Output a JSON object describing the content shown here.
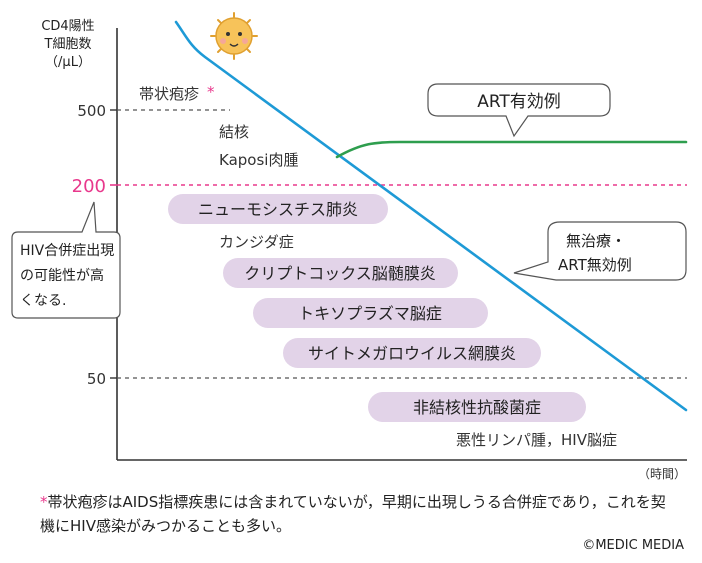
{
  "chart_data": {
    "type": "line",
    "ylabel_lines": [
      "CD4陽性",
      "T細胞数",
      "（/μL）"
    ],
    "xlabel": "（時間）",
    "y_ticks": [
      {
        "label": "500",
        "value": 500,
        "color": "#333333"
      },
      {
        "label": "200",
        "value": 200,
        "color": "#e8388c"
      },
      {
        "label": "50",
        "value": 50,
        "color": "#333333"
      }
    ],
    "threshold_lines": [
      {
        "value": 500,
        "color": "#555555",
        "note": "帯状疱疹"
      },
      {
        "value": 200,
        "color": "#e8388c"
      },
      {
        "value": 50,
        "color": "#555555"
      }
    ],
    "series": [
      {
        "name": "無治療・ART無効例",
        "color": "#1e9ad6",
        "kind": "declining"
      },
      {
        "name": "ART有効例",
        "color": "#2e9e4e",
        "kind": "plateau"
      }
    ],
    "callouts": {
      "art_effective": "ART有効例",
      "untreated_line1": "無治療・",
      "untreated_line2": "ART無効例",
      "hiv_note_line1": "HIV合併症出現",
      "hiv_note_line2": "の可能性が高",
      "hiv_note_line3": "くなる."
    },
    "conditions": [
      {
        "label": "帯状疱疹",
        "asterisk": "*",
        "highlight": false
      },
      {
        "label": "結核",
        "highlight": false
      },
      {
        "label": "Kaposi肉腫",
        "highlight": false
      },
      {
        "label": "ニューモシスチス肺炎",
        "highlight": true
      },
      {
        "label": "カンジダ症",
        "highlight": false
      },
      {
        "label": "クリプトコックス脳髄膜炎",
        "highlight": true
      },
      {
        "label": "トキソプラズマ脳症",
        "highlight": true
      },
      {
        "label": "サイトメガロウイルス網膜炎",
        "highlight": true
      },
      {
        "label": "非結核性抗酸菌症",
        "highlight": true
      },
      {
        "label": "悪性リンパ腫，HIV脳症",
        "highlight": false
      }
    ],
    "colors": {
      "highlight_fill": "#e2d3e8",
      "axis": "#333333",
      "accent_pink": "#e8388c"
    }
  },
  "footnote": {
    "asterisk": "*",
    "text": "帯状疱疹はAIDS指標疾患には含まれていないが，早期に出現しうる合併症であり，これを契機にHIV感染がみつかることも多い。"
  },
  "copyright": "©MEDIC MEDIA",
  "icon": "virus-icon"
}
